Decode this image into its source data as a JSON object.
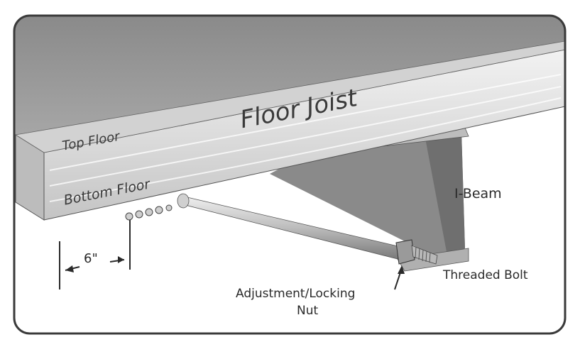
{
  "labels": {
    "floor_joist": "Floor Joist",
    "top_floor": "Top Floor",
    "bottom_floor": "Bottom Floor",
    "i_beam": "I-Beam",
    "threaded_bolt": "Threaded Bolt",
    "adjustment_nut_line1": "Adjustment/Locking",
    "adjustment_nut_line2": "Nut",
    "measurement": "6\""
  },
  "colors": {
    "frame_border": "#3a3a3a",
    "ceiling_gray": "#8f8f8f",
    "joist_face": "#e6e6e6",
    "joist_dark": "#6f6f6f",
    "ibeam_gray": "#8a8a8a",
    "rod_gray": "#c8c8c8",
    "text": "#2a2a2a"
  }
}
